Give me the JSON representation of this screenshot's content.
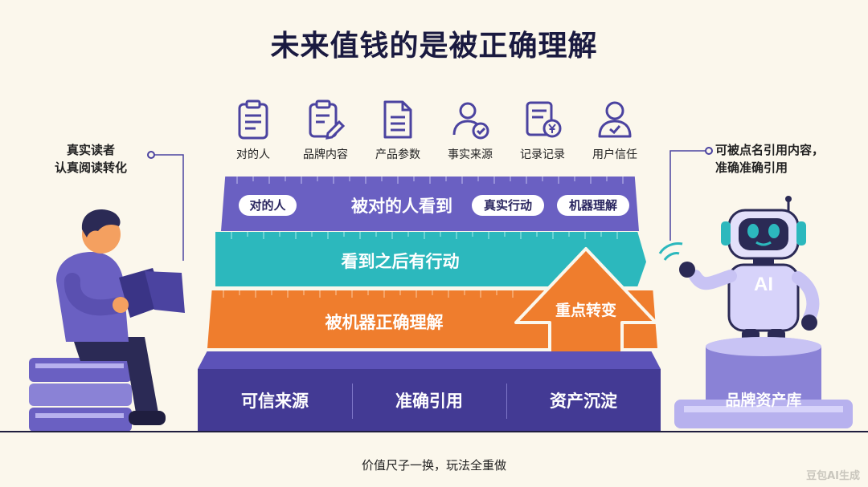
{
  "title": "未来值钱的是被正确理解",
  "icons": [
    {
      "label": "对的人",
      "icon": "clipboard-icon"
    },
    {
      "label": "品牌内容",
      "icon": "clipboard-check-icon"
    },
    {
      "label": "产品参数",
      "icon": "document-icon"
    },
    {
      "label": "事实来源",
      "icon": "user-check-icon"
    },
    {
      "label": "记录记录",
      "icon": "receipt-yen-icon"
    },
    {
      "label": "用户信任",
      "icon": "user-icon"
    }
  ],
  "left_note": {
    "line1": "真实读者",
    "line2": "认真阅读转化"
  },
  "right_note": {
    "line1": "可被点名引用内容，",
    "line2": "准确准确引用"
  },
  "tiers": {
    "top": {
      "label": "被对的人看到",
      "tags": [
        "对的人",
        "真实行动",
        "机器理解"
      ]
    },
    "middle": {
      "label": "看到之后有行动"
    },
    "bottom": {
      "label": "被机器正确理解"
    }
  },
  "arrow_label": "重点转变",
  "base": [
    "可信来源",
    "准确引用",
    "资产沉淀"
  ],
  "robot": {
    "badge": "AI",
    "pedestal_label": "品牌资产库"
  },
  "caption": "价值尺子一换，玩法全重做",
  "watermark": "豆包AI生成",
  "colors": {
    "purple": "#6a60c2",
    "teal": "#2cb8bd",
    "orange": "#ef7d2d",
    "navy": "#433a94"
  }
}
